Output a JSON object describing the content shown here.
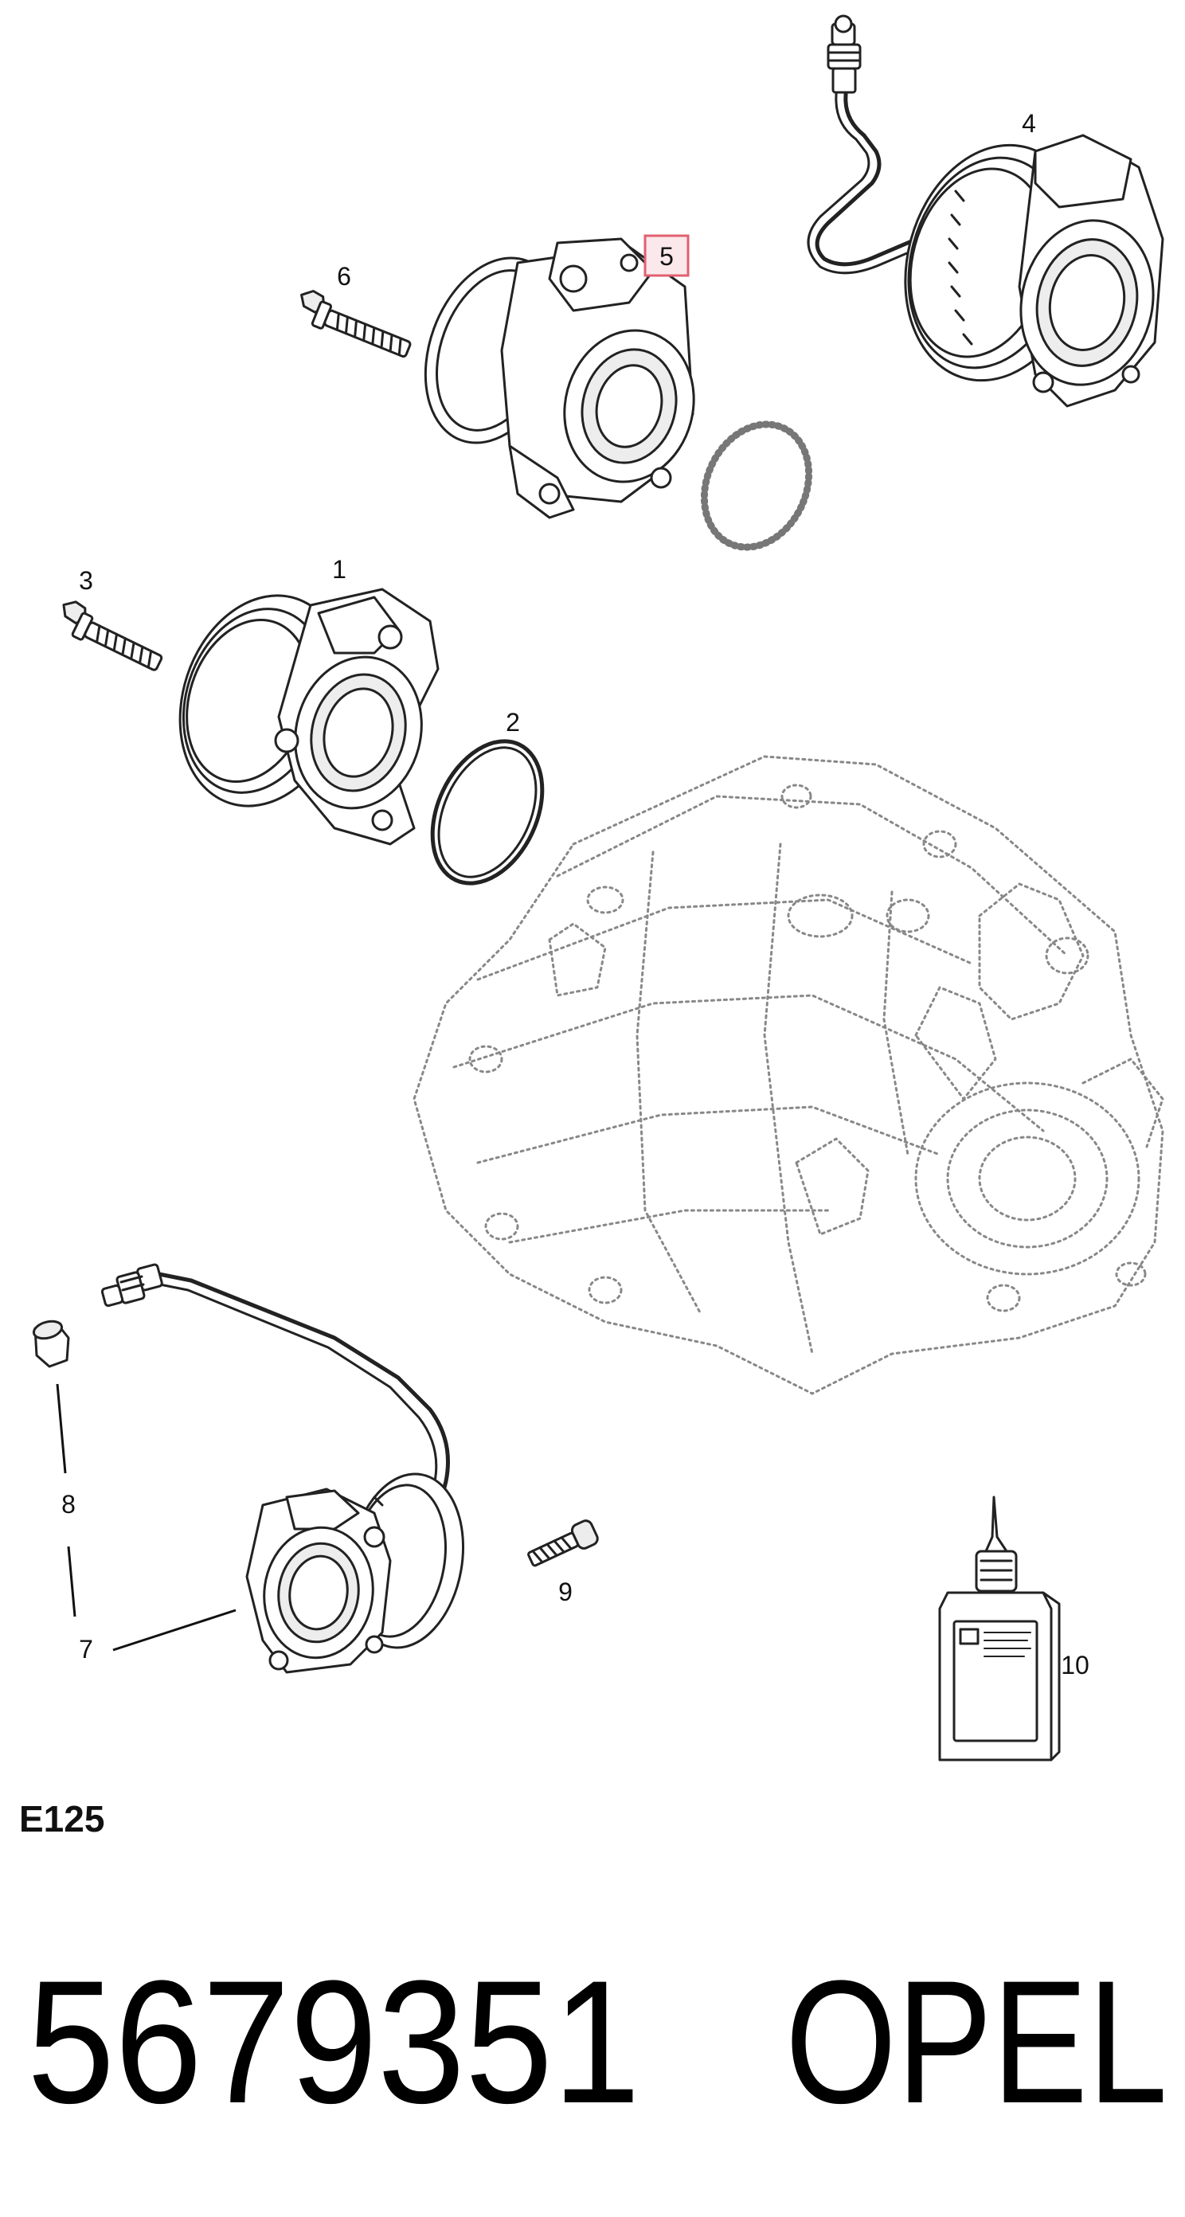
{
  "callouts": {
    "c1": "1",
    "c2": "2",
    "c3": "3",
    "c4": "4",
    "c5": "5",
    "c6": "6",
    "c7": "7",
    "c8": "8",
    "c9": "9",
    "c10": "10"
  },
  "highlighted_callout": "5",
  "highlight_color": "#e06070",
  "diagram_code": "E125",
  "part_number": "5679351",
  "brand": "OPEL"
}
